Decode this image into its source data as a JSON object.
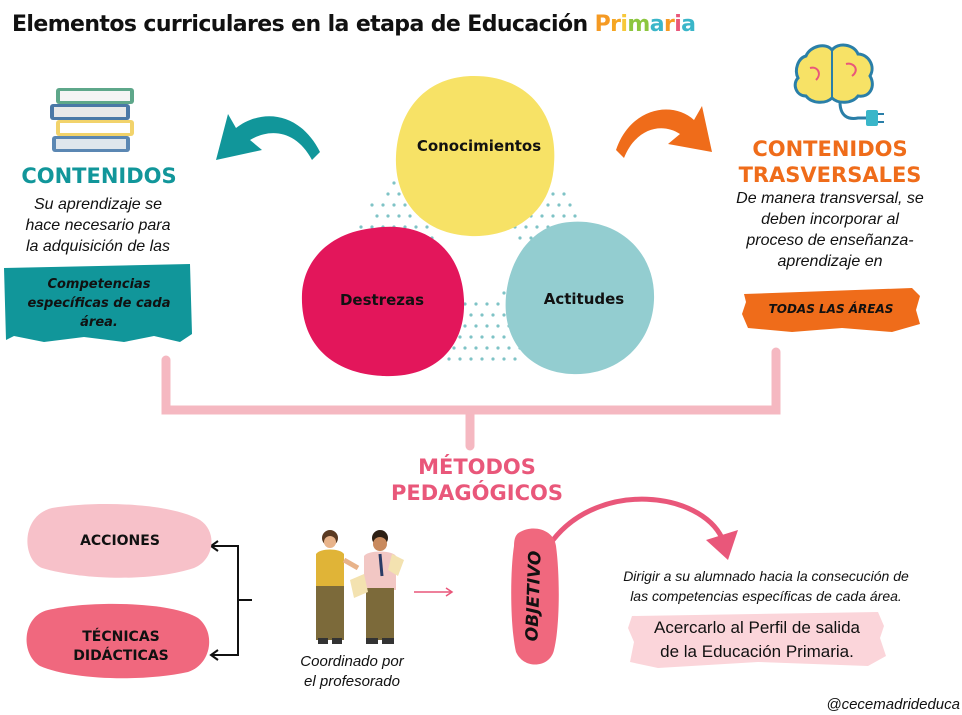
{
  "title": {
    "main": "Elementos curriculares en la etapa de Educación ",
    "highlight_letters": [
      "P",
      "r",
      "i",
      "m",
      "a",
      "r",
      "i",
      "a"
    ],
    "highlight_colors": [
      "#f59a23",
      "#f5a623",
      "#f7c83a",
      "#8cc63f",
      "#3ab6c9",
      "#f59a23",
      "#e9577a",
      "#3ab6c9"
    ]
  },
  "contenidos": {
    "heading": "CONTENIDOS",
    "text_lines": [
      "Su aprendizaje se",
      "hace necesario para",
      "la adquisición de las"
    ],
    "highlight_lines": [
      "Competencias",
      "específicas de cada",
      "área."
    ]
  },
  "transversales": {
    "heading_lines": [
      "CONTENIDOS",
      "TRASVERSALES"
    ],
    "text_lines": [
      "De manera transversal, se",
      "deben incorporar al",
      "proceso de enseñanza-",
      "aprendizaje en"
    ],
    "highlight": "TODAS LAS ÁREAS"
  },
  "circles": {
    "conocimientos": "Conocimientos",
    "destrezas": "Destrezas",
    "actitudes": "Actitudes"
  },
  "metodos": {
    "heading_lines": [
      "MÉTODOS",
      "PEDAGÓGICOS"
    ],
    "acciones": "ACCIONES",
    "tecnicas_lines": [
      "TÉCNICAS",
      "DIDÁCTICAS"
    ],
    "coordinado_lines": [
      "Coordinado por",
      "el profesorado"
    ],
    "objetivo": "OBJETIVO",
    "objetivo_lines": [
      "Dirigir a su alumnado hacia la consecución de",
      "las competencias específicas de cada área."
    ],
    "perfil_lines": [
      "Acercarlo al Perfil de salida",
      "de la Educación Primaria."
    ]
  },
  "handle": "@cecemadrideduca",
  "colors": {
    "teal": "#11969a",
    "orange": "#ef6c1a",
    "pink": "#e9577a",
    "yellow": "#f7e266",
    "magenta": "#e3165b",
    "aqua": "#93cdd0",
    "light_pink": "#f7c1c9",
    "frame_pink": "#f5b8c1"
  }
}
